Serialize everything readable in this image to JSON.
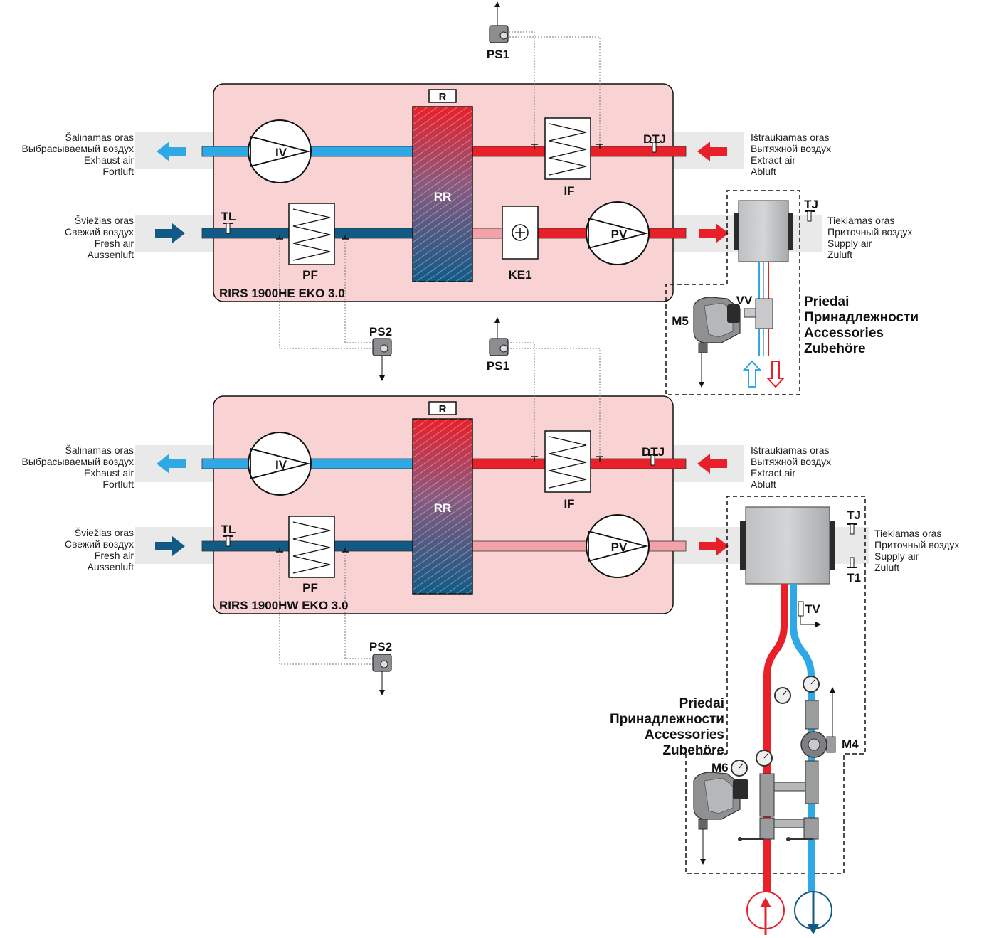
{
  "colors": {
    "unit_fill": "#f9d3d3",
    "exhaust_blue": "#2fa8e6",
    "fresh_blue": "#115a86",
    "red": "#e8202a",
    "pink": "#f3a3a7",
    "duct_grey": "#e9e9ea"
  },
  "air_labels": {
    "exhaust": [
      "Šalinamas oras",
      "Выбрасываемый воздух",
      "Exhaust air",
      "Fortluft"
    ],
    "extract": [
      "Ištraukiamas oras",
      "Вытяжной воздух",
      "Extract air",
      "Abluft"
    ],
    "fresh": [
      "Šviežias oras",
      "Свежий воздух",
      "Fresh air",
      "Aussenluft"
    ],
    "supply": [
      "Tiekiamas oras",
      "Приточный воздух",
      "Supply air",
      "Zuluft"
    ]
  },
  "accessories": [
    "Priedai",
    "Принадлежности",
    "Accessories",
    "Zubehöre"
  ],
  "unit_he": {
    "model": "RIRS 1900HE EKO 3.0",
    "codes": {
      "R": "R",
      "RR": "RR",
      "IV": "IV",
      "PV": "PV",
      "IF": "IF",
      "PF": "PF",
      "TL": "TL",
      "DTJ": "DTJ",
      "KE1": "KE1",
      "PS1": "PS1",
      "PS2": "PS2",
      "TJ": "TJ",
      "VV": "VV",
      "M5": "M5"
    }
  },
  "unit_hw": {
    "model": "RIRS 1900HW EKO 3.0",
    "codes": {
      "R": "R",
      "RR": "RR",
      "IV": "IV",
      "PV": "PV",
      "IF": "IF",
      "PF": "PF",
      "TL": "TL",
      "DTJ": "DTJ",
      "PS1": "PS1",
      "PS2": "PS2",
      "TJ": "TJ",
      "T1": "T1",
      "TV": "TV",
      "M4": "M4",
      "M6": "M6"
    }
  }
}
